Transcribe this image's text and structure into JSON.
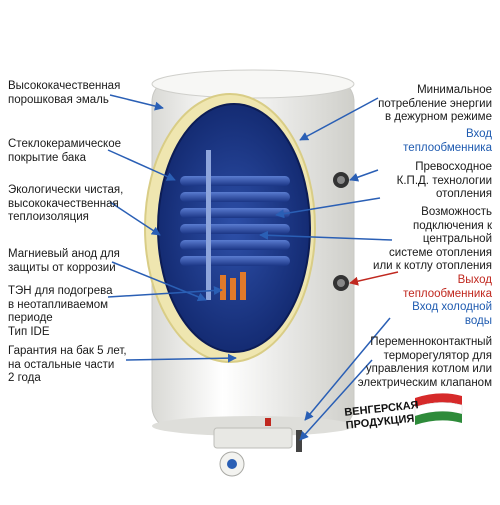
{
  "left_labels": [
    {
      "id": "enamel",
      "text": "Высококачественная\nпорошковая эмаль"
    },
    {
      "id": "tank-coating",
      "text": "Стеклокерамическое\nпокрытие бака"
    },
    {
      "id": "insulation",
      "text": "Экологически чистая,\nвысококачественная\nтеплоизоляция"
    },
    {
      "id": "anode",
      "text": "Магниевый анод для\nзащиты от коррозии"
    },
    {
      "id": "heating-element",
      "text": "ТЭН для подогрева\nв неотапливаемом\nпериоде\nТип IDE"
    },
    {
      "id": "warranty",
      "text": "Гарантия на бак 5 лет,\nна остальные части\n2 года"
    }
  ],
  "right_labels": [
    {
      "id": "standby",
      "text": "Минимальное\nпотребление энергии\nв дежурном режиме"
    },
    {
      "id": "exchanger-inlet",
      "text": "Вход\nтеплообменника"
    },
    {
      "id": "efficiency",
      "text": "Превосходное\nК.П.Д. технологии\nотопления"
    },
    {
      "id": "connection",
      "text": "Возможность\nподключения к\nцентральной\nсистеме отопления\nили к котлу отопления"
    },
    {
      "id": "exchanger-outlet",
      "text": "Выход\nтеплообменника"
    },
    {
      "id": "cold-inlet",
      "text": "Вход холодной\nводы"
    },
    {
      "id": "thermostat",
      "text": "Переменноконтактный\nтерморегулятор для\nуправления котлом или\nэлектрическим клапаном"
    }
  ],
  "badge": {
    "text": "ВЕНГЕРСКАЯ\nПРОДУКЦИЯ"
  },
  "colors": {
    "arrow": "#2a5fb5",
    "arrow_outlet": "#c0281f",
    "label_blue": "#1f5bb0",
    "label_red": "#c0281f",
    "tank_body": "#f2f2ef",
    "tank_inner": "#1a3a8c",
    "insulation": "#efe6b0",
    "flag_red": "#d62a2a",
    "flag_white": "#ffffff",
    "flag_green": "#2e8b3a"
  }
}
